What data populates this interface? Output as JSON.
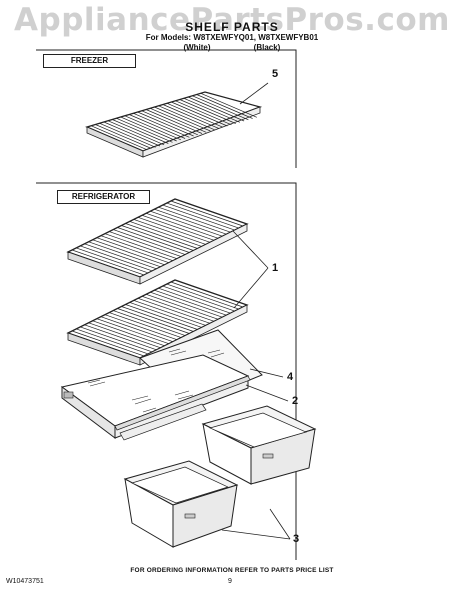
{
  "watermark": "AppliancePartsPros.com",
  "header": {
    "title": "SHELF PARTS",
    "models": "For Models: W8TXEWFYQ01, W8TXEWFYB01",
    "color_white": "(White)",
    "color_black": "(Black)"
  },
  "sections": {
    "freezer": "FREEZER",
    "refrigerator": "REFRIGERATOR"
  },
  "callouts": [
    "5",
    "1",
    "4",
    "2",
    "3"
  ],
  "footer": {
    "ordering_note": "FOR ORDERING INFORMATION REFER TO PARTS PRICE LIST",
    "doc_code": "W10473751",
    "page_number": "9"
  }
}
